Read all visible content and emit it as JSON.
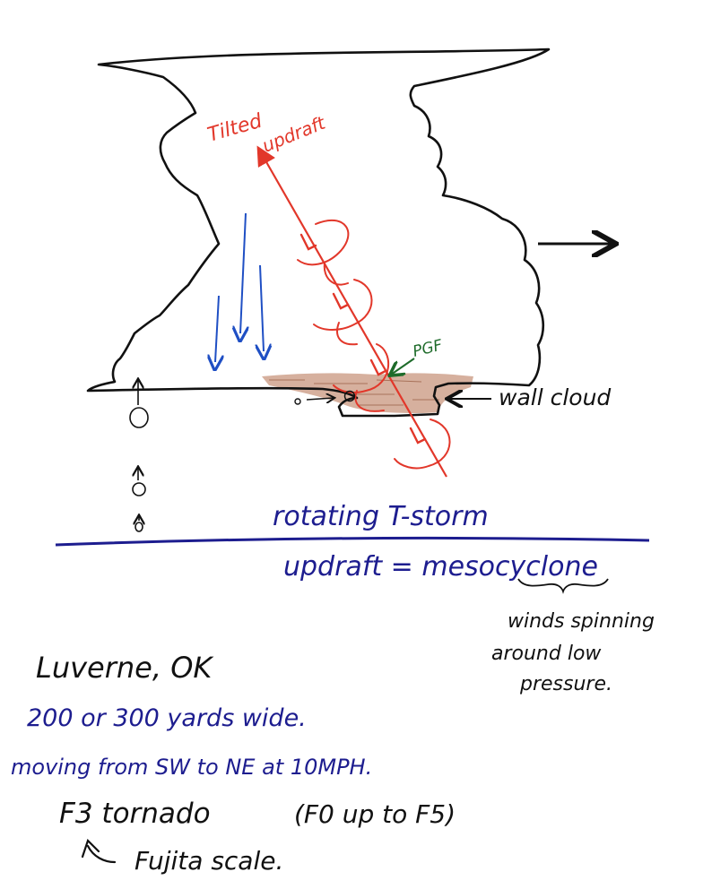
{
  "diagram": {
    "labels": {
      "tilted": "Tilted",
      "updraft": "updraft",
      "pgf": "PGF",
      "wall_cloud": "wall cloud"
    },
    "title": {
      "line1": "rotating T-storm",
      "line2": "updraft = mesocyclone"
    },
    "note": {
      "line1": "winds spinning",
      "line2": "around low",
      "line3": "pressure."
    },
    "event": {
      "location": "Luverne, OK",
      "width": "200 or 300 yards wide.",
      "motion": "moving from SW to NE at 10MPH.",
      "rating": "F3 tornado",
      "range": "(F0 up to F5)",
      "scale": "Fujita scale."
    },
    "colors": {
      "outline": "#111111",
      "updraft": "#e2372a",
      "downdraft": "#1f4fc4",
      "text_blue": "#1d1d8f",
      "pgf": "#1e6b2a",
      "rain_base": "#a0583a"
    },
    "icons": [
      "storm-motion-arrow",
      "updraft-arrow",
      "downdraft-arrow",
      "rotation-loop-icon",
      "wind-barb-icon",
      "parcel-circle"
    ]
  }
}
